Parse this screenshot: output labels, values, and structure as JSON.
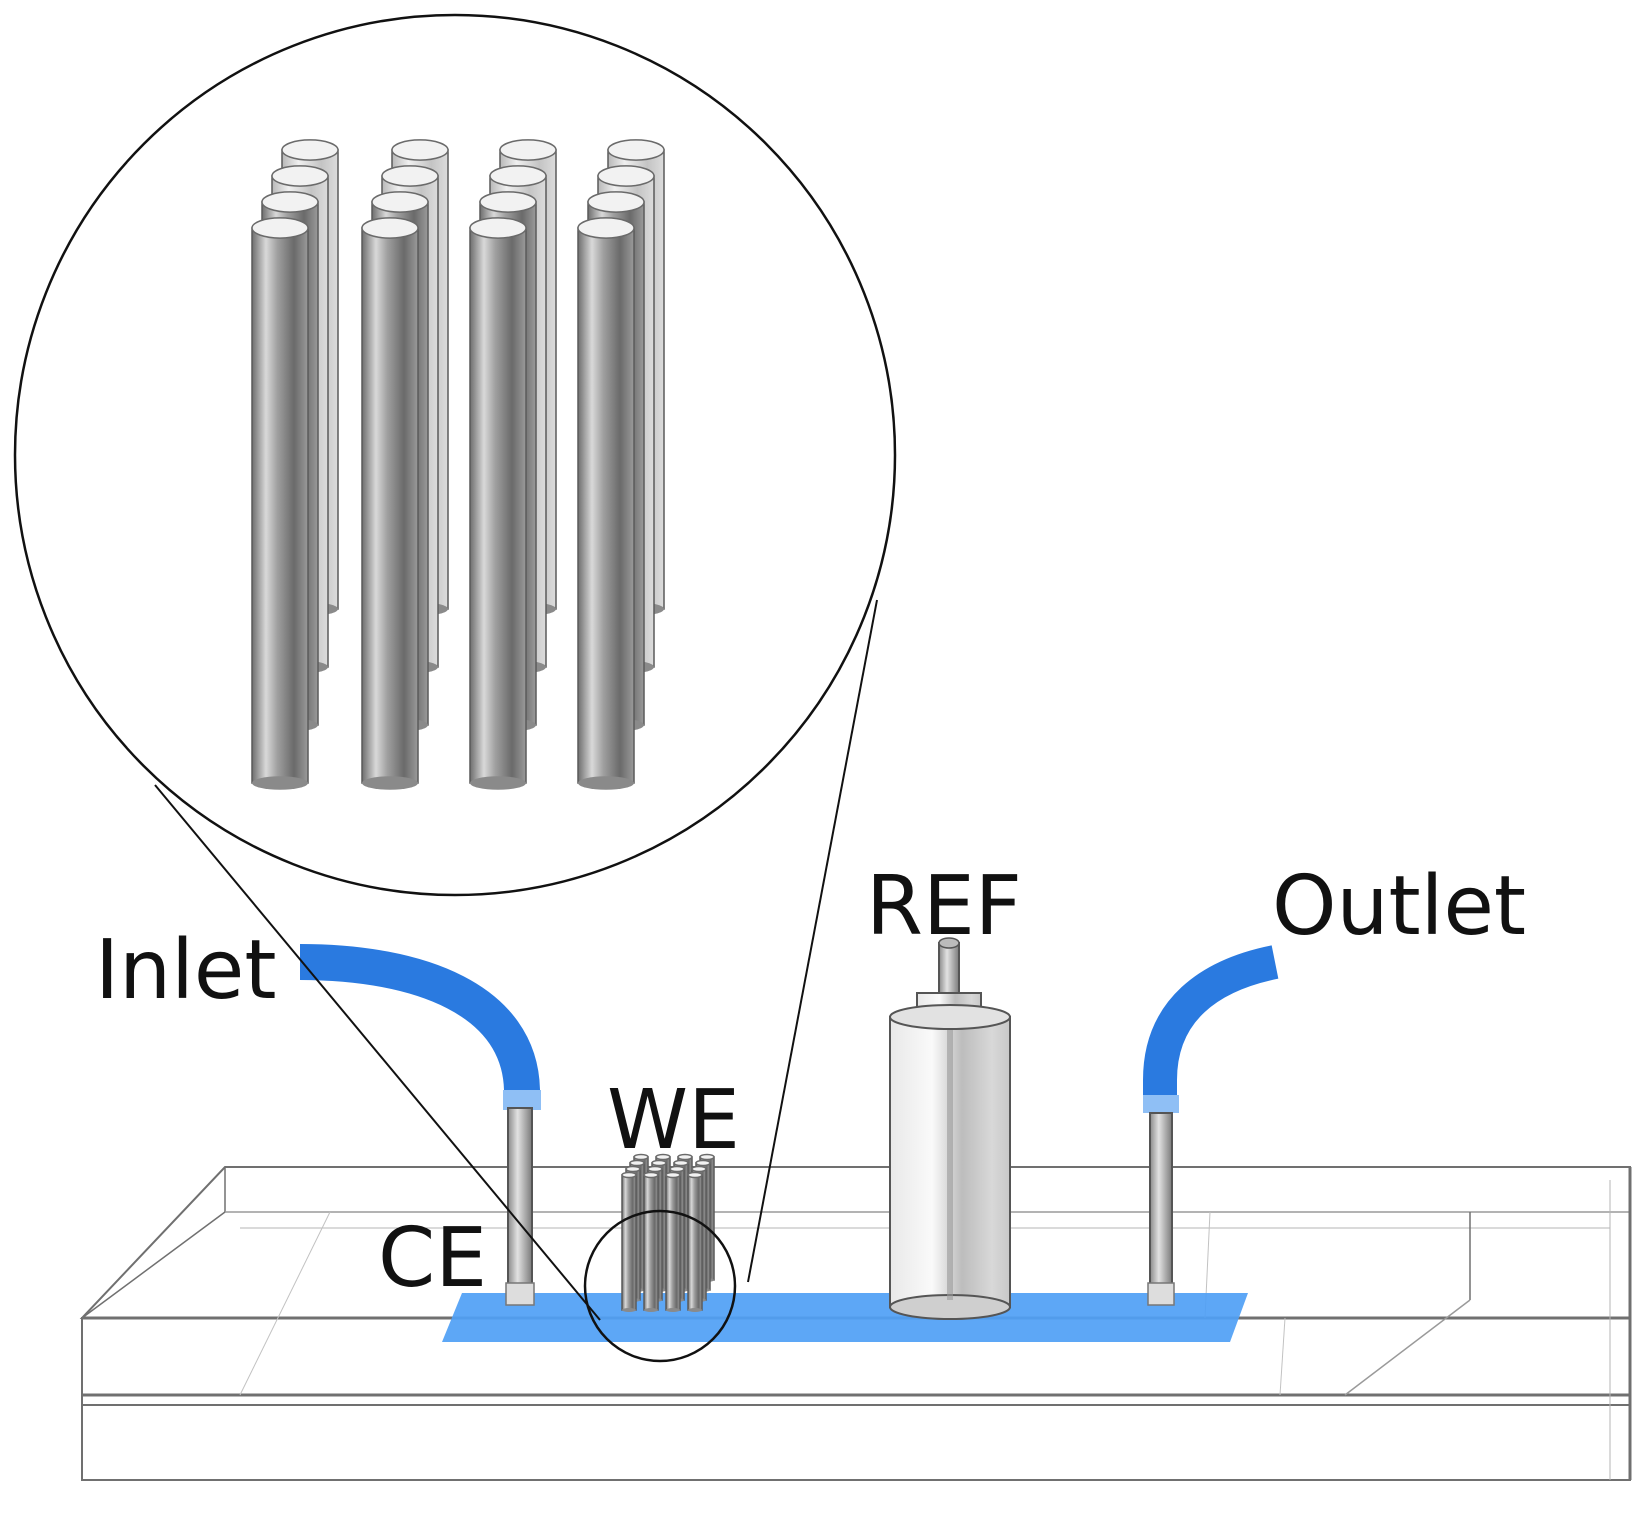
{
  "labels": {
    "inlet": "Inlet",
    "outlet": "Outlet",
    "ref": "REF",
    "we": "WE",
    "ce": "CE"
  },
  "colors": {
    "channel": "#4f9ff5",
    "tubing": "#2a7ae0",
    "outline": "#6a6a6a",
    "metal_dark": "#7a7a7a",
    "metal_light": "#e6e6e6",
    "background": "#ffffff"
  },
  "zoom_callout": {
    "rows": 4,
    "columns": 4
  }
}
